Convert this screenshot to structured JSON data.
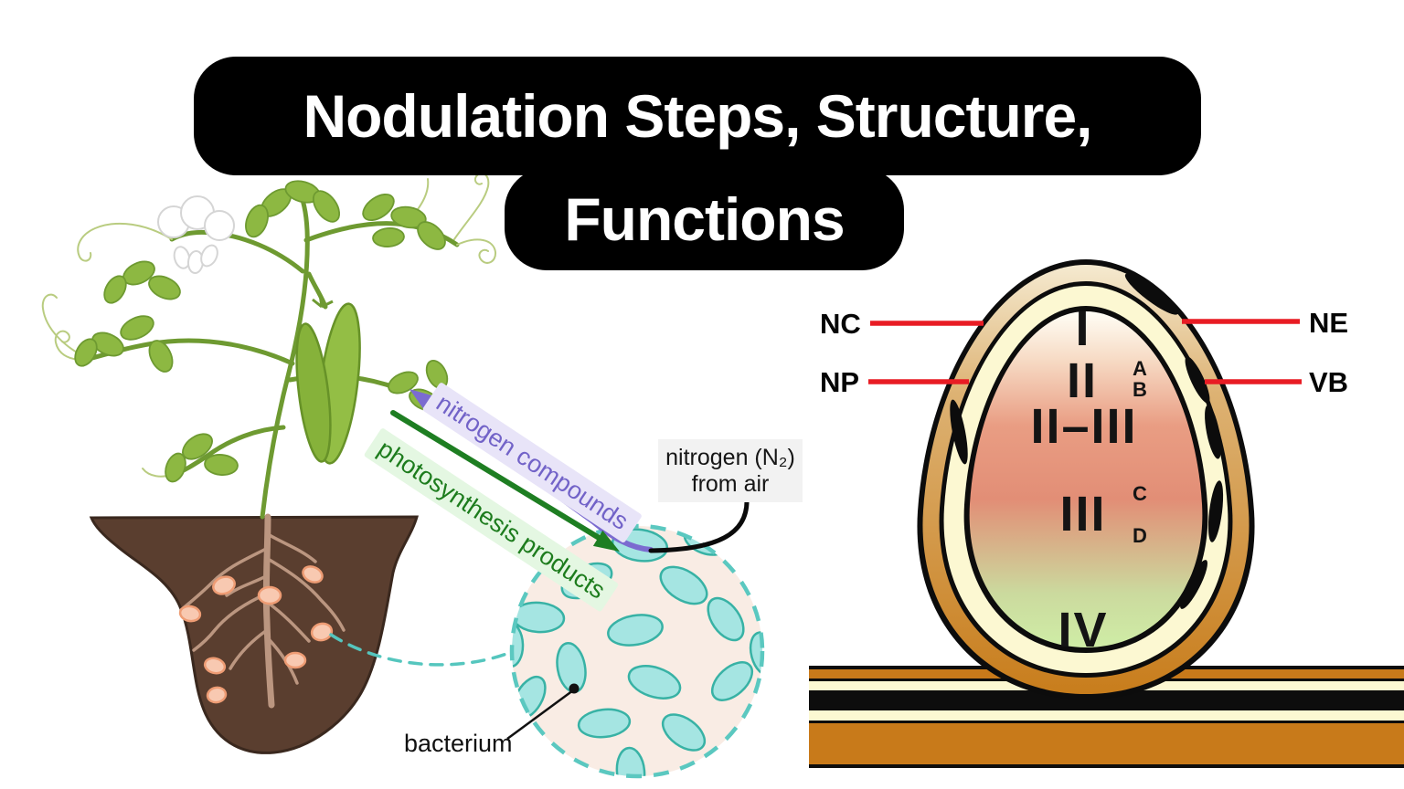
{
  "title": {
    "line1": "Nodulation Steps, Structure,",
    "line2": "Functions"
  },
  "plant_cycle": {
    "nitrogen_compounds_label": "nitrogen compounds",
    "photosynthesis_products_label": "photosynthesis products",
    "nitrogen_from_air_line1": "nitrogen (N₂)",
    "nitrogen_from_air_line2": "from air",
    "bacterium_label": "bacterium"
  },
  "nodule_diagram": {
    "layer_labels": {
      "nc": "NC",
      "np": "NP",
      "ne": "NE",
      "vb": "VB"
    },
    "zone_labels": {
      "zone_i": "I",
      "zone_ii": "II",
      "zone_ii_iii": "II–III",
      "zone_iii": "III",
      "zone_iv": "IV",
      "letter_a": "A",
      "letter_b": "B",
      "letter_c": "C",
      "letter_d": "D"
    }
  },
  "colors": {
    "title_bg": "#000000",
    "title_text": "#ffffff",
    "pointer_red": "#e81c24",
    "arrow_purple": "#7b6bd0",
    "arrow_green": "#1e7e22",
    "bacteria_teal": "#5bc8c0",
    "bacteria_fill": "#a5e5e2",
    "soil_brown": "#5a3e2f",
    "nodule_pink": "#f8c9b1",
    "cortex_orange": "#c87a1a",
    "parenchyma_cream": "#fcf8d2",
    "interior_salmon": "#e28e76",
    "interior_green": "#cfeda6",
    "leaf_green": "#8db842"
  }
}
